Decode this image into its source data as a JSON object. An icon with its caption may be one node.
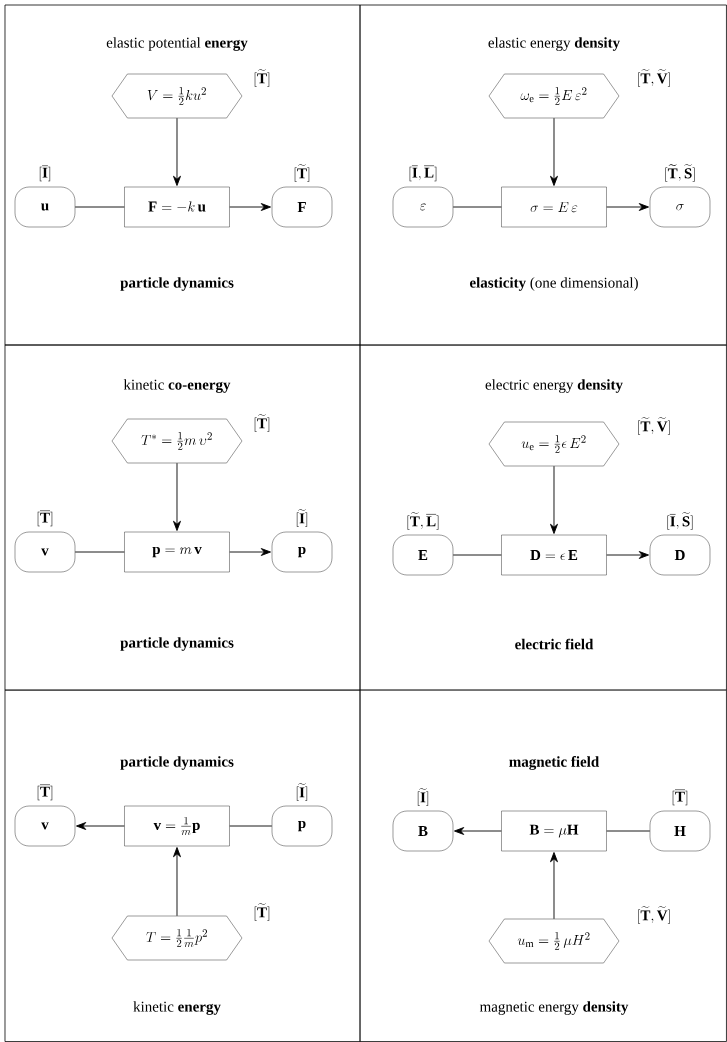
{
  "diagram": {
    "nodes": [
      {
        "text": [
          "elastic potential **energy**",
          "**particle dynamics**"
        ]
      },
      {
        "text": [
          "V = \\frac{1}{2}k u^{2}"
        ],
        "in": 0,
        "beside": [
          "[\\widetilde{\\mathbf{T}}]"
        ]
      },
      {
        "text": [
          "\\mathbf{u}"
        ],
        "in": 0,
        "beside": [
          "[\\overline{\\mathbf{I}}]"
        ]
      },
      {
        "text": [
          "\\mathbf{F} = -k\\,\\mathbf{u}"
        ],
        "in": 0
      },
      {
        "text": [
          "\\mathbf{F}"
        ],
        "in": 0,
        "beside": [
          "[\\widetilde{\\mathbf{T}}]"
        ]
      },
      {
        "text": [
          "elastic energy **density**",
          "**elasticity** (one dimensional)"
        ]
      },
      {
        "text": [
          "\\omega_{\\mathrm{e}} = \\frac{1}{2}E\\,\\varepsilon^{2}"
        ],
        "in": 5,
        "beside": [
          "[\\widetilde{\\mathbf{T}},\\widetilde{\\mathbf{V}}]"
        ]
      },
      {
        "text": [
          "\\varepsilon"
        ],
        "in": 5,
        "beside": [
          "[\\overline{\\mathbf{I}},\\overline{\\mathbf{L}}]"
        ]
      },
      {
        "text": [
          "\\sigma = E\\,\\varepsilon"
        ],
        "in": 5
      },
      {
        "text": [
          "\\sigma"
        ],
        "in": 5,
        "beside": [
          "[\\widetilde{\\mathbf{T}},\\widetilde{\\mathbf{S}}]"
        ]
      },
      {
        "text": [
          "kinetic **co-energy**",
          "**particle dynamics**"
        ]
      },
      {
        "text": [
          "T^{*} = \\frac{1}{2}m\\,\\upsilon^{2}"
        ],
        "in": 10,
        "beside": [
          "[\\widetilde{\\mathbf{T}}]"
        ]
      },
      {
        "text": [
          "\\mathbf{v}"
        ],
        "in": 10,
        "beside": [
          "[\\overline{\\mathbf{T}}]"
        ]
      },
      {
        "text": [
          "\\mathbf{p} = m\\,\\mathbf{v}"
        ],
        "in": 10
      },
      {
        "text": [
          "\\mathbf{p}"
        ],
        "in": 10,
        "beside": [
          "[\\widetilde{\\mathbf{I}}]"
        ]
      },
      {
        "text": [
          "electric energy **density**",
          "**electric field**"
        ]
      },
      {
        "text": [
          "u_{\\mathrm{e}} = \\frac{1}{2}\\epsilon\\,E^{2}"
        ],
        "in": 15,
        "beside": [
          "[\\widetilde{\\mathbf{T}},\\widetilde{\\mathbf{V}}]"
        ]
      },
      {
        "text": [
          "\\mathbf{E}"
        ],
        "in": 15,
        "beside": [
          "[\\widetilde{\\mathbf{T}},\\overline{\\mathbf{L}}]"
        ]
      },
      {
        "text": [
          "\\mathbf{D} = \\epsilon\\,\\mathbf{E}"
        ],
        "in": 15
      },
      {
        "text": [
          "\\mathbf{D}"
        ],
        "in": 15,
        "beside": [
          "[\\overline{\\mathbf{I}},\\widetilde{\\mathbf{S}}]"
        ]
      },
      {
        "text": [
          "**particle dynamics**",
          "kinetic **energy**"
        ]
      },
      {
        "text": [
          "\\mathbf{v}"
        ],
        "in": 20,
        "beside": [
          "[\\overline{\\mathbf{T}}]"
        ]
      },
      {
        "text": [
          "\\mathbf{v} = \\frac{1}{m}\\mathbf{p}"
        ],
        "in": 20
      },
      {
        "text": [
          "\\mathbf{p}"
        ],
        "in": 20,
        "beside": [
          "[\\widetilde{\\mathbf{I}}]"
        ]
      },
      {
        "text": [
          "T = \\frac{1}{2}\\frac{1}{m}p^{2}"
        ],
        "in": 20,
        "beside": [
          "[\\widetilde{\\mathbf{T}}]"
        ]
      },
      {
        "text": [
          "**magnetic field**",
          "magnetic energy **density**"
        ]
      },
      {
        "text": [
          "\\mathbf{B}"
        ],
        "in": 25,
        "beside": [
          "[\\widetilde{\\mathbf{I}}]"
        ]
      },
      {
        "text": [
          "\\mathbf{B} = \\mu\\mathbf{H}"
        ],
        "in": 25
      },
      {
        "text": [
          "\\mathbf{H}"
        ],
        "in": 25,
        "beside": [
          "[\\overline{\\mathbf{T}}]"
        ]
      },
      {
        "text": [
          "u_{\\mathrm{m}} = \\frac{1}{2}\\,\\mu H^{2}"
        ],
        "in": 25,
        "beside": [
          "[\\widetilde{\\mathbf{T}},\\widetilde{\\mathbf{V}}]"
        ]
      }
    ],
    "edges": [
      {
        "from": 1,
        "to": 3,
        "arrow": "to"
      },
      {
        "from": 2,
        "to": 3,
        "arrow": "none"
      },
      {
        "from": 3,
        "to": 4,
        "arrow": "to"
      },
      {
        "from": 6,
        "to": 8,
        "arrow": "to"
      },
      {
        "from": 7,
        "to": 8,
        "arrow": "none"
      },
      {
        "from": 8,
        "to": 9,
        "arrow": "to"
      },
      {
        "from": 11,
        "to": 13,
        "arrow": "to"
      },
      {
        "from": 12,
        "to": 13,
        "arrow": "none"
      },
      {
        "from": 13,
        "to": 14,
        "arrow": "to"
      },
      {
        "from": 16,
        "to": 18,
        "arrow": "to"
      },
      {
        "from": 17,
        "to": 18,
        "arrow": "none"
      },
      {
        "from": 18,
        "to": 19,
        "arrow": "to"
      },
      {
        "from": 22,
        "to": 21,
        "arrow": "to"
      },
      {
        "from": 23,
        "to": 22,
        "arrow": "none"
      },
      {
        "from": 24,
        "to": 22,
        "arrow": "to"
      },
      {
        "from": 27,
        "to": 26,
        "arrow": "to"
      },
      {
        "from": 28,
        "to": 27,
        "arrow": "none"
      },
      {
        "from": 29,
        "to": 27,
        "arrow": "to"
      }
    ]
  }
}
